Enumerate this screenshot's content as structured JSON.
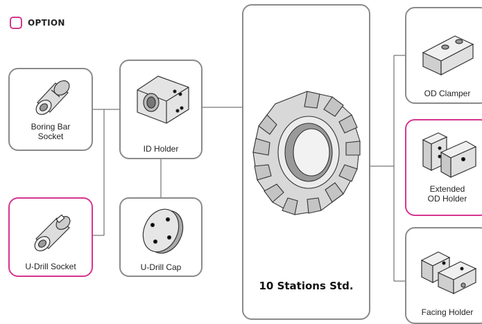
{
  "legend": {
    "label": "OPTION",
    "color": "#d6358f"
  },
  "turret": {
    "label": "10 Stations Std."
  },
  "items": {
    "boring_bar_socket": {
      "label": "Boring Bar\nSocket",
      "option": false
    },
    "u_drill_socket": {
      "label": "U-Drill Socket",
      "option": true
    },
    "id_holder": {
      "label": "ID Holder",
      "option": false
    },
    "u_drill_cap": {
      "label": "U-Drill Cap",
      "option": false
    },
    "od_clamper": {
      "label": "OD Clamper",
      "option": false
    },
    "extended_od_holder": {
      "label": "Extended\nOD Holder",
      "option": true
    },
    "facing_holder": {
      "label": "Facing Holder",
      "option": false
    }
  },
  "colors": {
    "border": "#8a8a8a",
    "option_border": "#d6358f",
    "line": "#555555"
  }
}
